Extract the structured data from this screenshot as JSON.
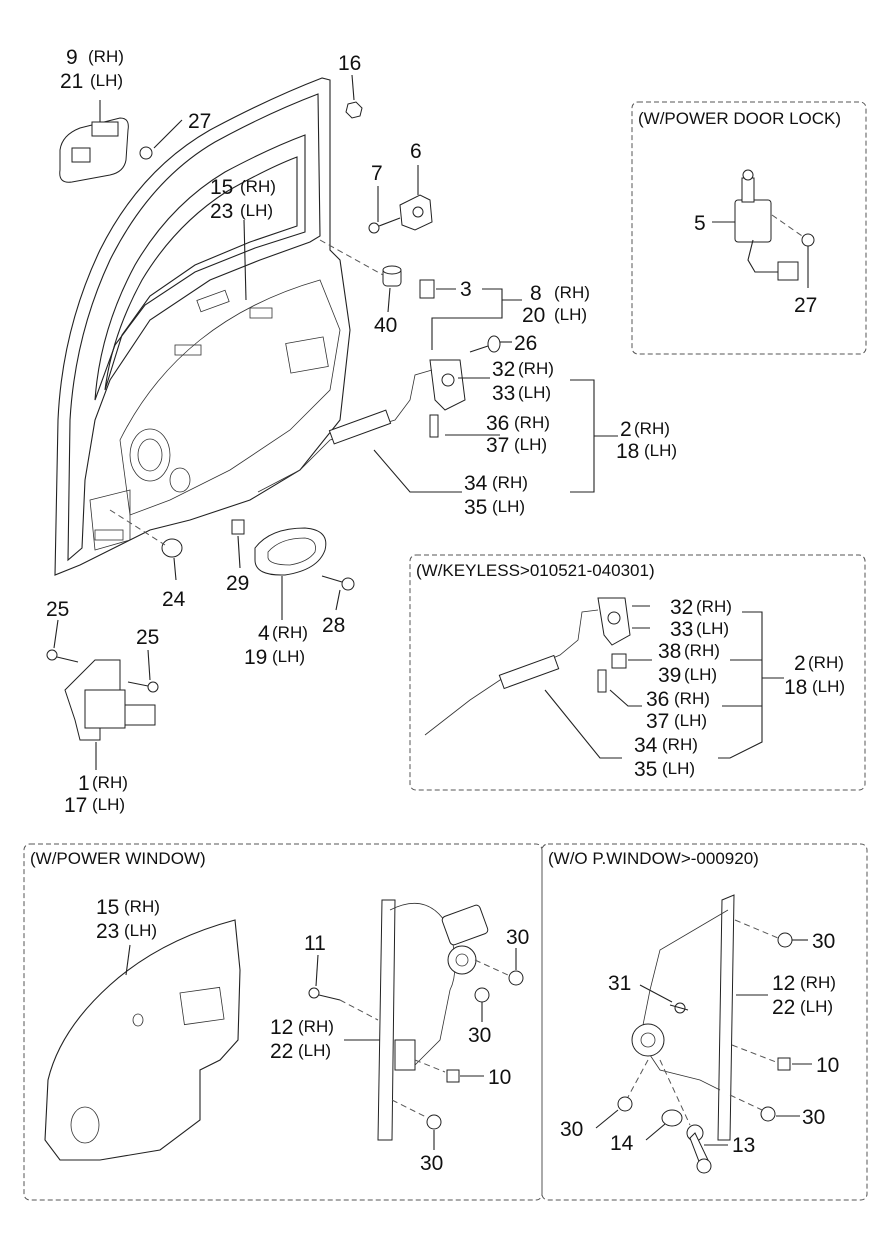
{
  "sections": {
    "power_door_lock": "(W/POWER DOOR LOCK)",
    "keyless": "(W/KEYLESS>010521-040301)",
    "power_window": "(W/POWER WINDOW)",
    "manual_window": "(W/O P.WINDOW>-000920)"
  },
  "labels": {
    "p9": "9",
    "rh1": "(RH)",
    "p21": "21",
    "lh1": "(LH)",
    "p16": "16",
    "p27a": "27",
    "p15": "15",
    "rh15": "(RH)",
    "p23": "23",
    "lh23": "(LH)",
    "p7": "7",
    "p6": "6",
    "p40": "40",
    "p3": "3",
    "p8": "8",
    "rh8": "(RH)",
    "p20": "20",
    "lh20": "(LH)",
    "p26": "26",
    "p32": "32",
    "rh32": "(RH)",
    "p33": "33",
    "lh33": "(LH)",
    "p36": "36",
    "rh36": "(RH)",
    "p37": "37",
    "lh37": "(LH)",
    "p2": "2",
    "rh2": "(RH)",
    "p18": "18",
    "lh18": "(LH)",
    "p34": "34",
    "rh34": "(RH)",
    "p35": "35",
    "lh35": "(LH)",
    "p24": "24",
    "p29": "29",
    "p28": "28",
    "p4": "4",
    "rh4": "(RH)",
    "p19": "19",
    "lh19": "(LH)",
    "p25a": "25",
    "p25b": "25",
    "p1": "1",
    "rh1b": "(RH)",
    "p17": "17",
    "lh17": "(LH)",
    "p5": "5",
    "p27b": "27",
    "k32": "32",
    "krh32": "(RH)",
    "k33": "33",
    "klh33": "(LH)",
    "k38": "38",
    "krh38": "(RH)",
    "k39": "39",
    "klh39": "(LH)",
    "k36": "36",
    "krh36": "(RH)",
    "k37": "37",
    "klh37": "(LH)",
    "k34": "34",
    "krh34": "(RH)",
    "k35": "35",
    "klh35": "(LH)",
    "k2": "2",
    "krh2": "(RH)",
    "k18": "18",
    "klh18": "(LH)",
    "w15": "15",
    "wrh15": "(RH)",
    "w23": "23",
    "wlh23": "(LH)",
    "w11": "11",
    "w30a": "30",
    "w30b": "30",
    "w30c": "30",
    "w12": "12",
    "wrh12": "(RH)",
    "w22": "22",
    "wlh22": "(LH)",
    "w10": "10",
    "m30a": "30",
    "m31": "31",
    "m12": "12",
    "mrh12": "(RH)",
    "m22": "22",
    "mlh22": "(LH)",
    "m10": "10",
    "m30b": "30",
    "m30c": "30",
    "m14": "14",
    "m13": "13"
  }
}
